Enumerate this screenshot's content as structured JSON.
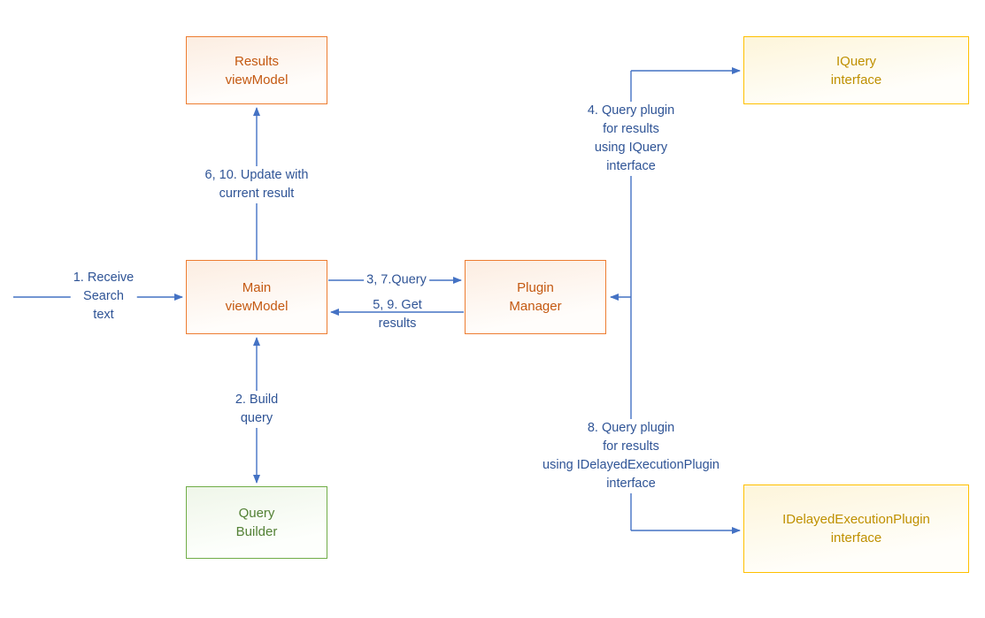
{
  "diagram": {
    "boxes": {
      "results_viewmodel": {
        "label": "Results\nviewModel"
      },
      "iquery_interface": {
        "label": "IQuery\ninterface"
      },
      "main_viewmodel": {
        "label": "Main\nviewModel"
      },
      "plugin_manager": {
        "label": "Plugin\nManager"
      },
      "query_builder": {
        "label": "Query\nBuilder"
      },
      "idelayed_interface": {
        "label": "IDelayedExecutionPlugin\ninterface"
      }
    },
    "labels": {
      "receive_search": "1. Receive\nSearch\ntext",
      "build_query": "2. Build\nquery",
      "query": "3, 7.Query",
      "query_plugin_iquery": "4. Query plugin\nfor results\nusing IQuery\ninterface",
      "get_results": "5, 9. Get\nresults",
      "update_result": "6, 10. Update with\ncurrent result",
      "query_plugin_idelayed": "8. Query plugin\nfor results\nusing IDelayedExecutionPlugin\ninterface"
    },
    "colors": {
      "orange_border": "#ED7D31",
      "orange_text": "#C45911",
      "gold_border": "#FFC000",
      "gold_text": "#BF9000",
      "green_border": "#70AD47",
      "green_text": "#538135",
      "arrow": "#4472C4",
      "label_text": "#2F5496",
      "background": "#FFFFFF"
    }
  }
}
